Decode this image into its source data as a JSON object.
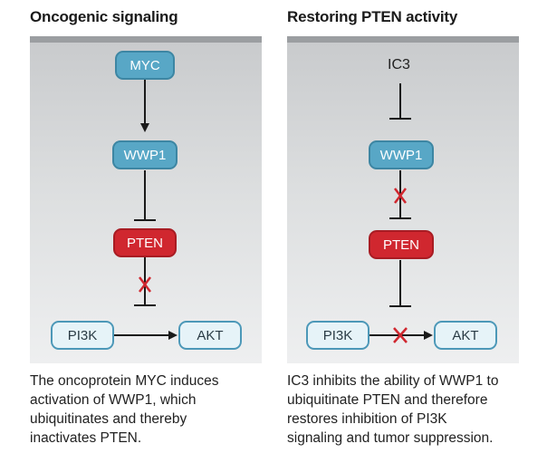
{
  "panels": {
    "left": {
      "title": "Oncogenic signaling",
      "nodes": {
        "myc": "MYC",
        "wwp1": "WWP1",
        "pten": "PTEN",
        "pi3k": "PI3K",
        "akt": "AKT"
      },
      "caption": "The oncoprotein MYC induces\nactivation of WWP1, which\nubiquitinates and thereby\ninactivates PTEN."
    },
    "right": {
      "title": "Restoring PTEN activity",
      "nodes": {
        "ic3": "IC3",
        "wwp1": "WWP1",
        "pten": "PTEN",
        "pi3k": "PI3K",
        "akt": "AKT"
      },
      "caption": "IC3 inhibits the ability of WWP1 to\nubiquitinate PTEN and therefore\nrestores inhibition of PI3K\nsignaling and tumor suppression."
    }
  },
  "colors": {
    "node_blue": "#58a7c6",
    "node_red": "#d0272f",
    "node_pale": "#e6f3f8",
    "block_cross": "#d0272f",
    "line": "#1a1a1a"
  }
}
